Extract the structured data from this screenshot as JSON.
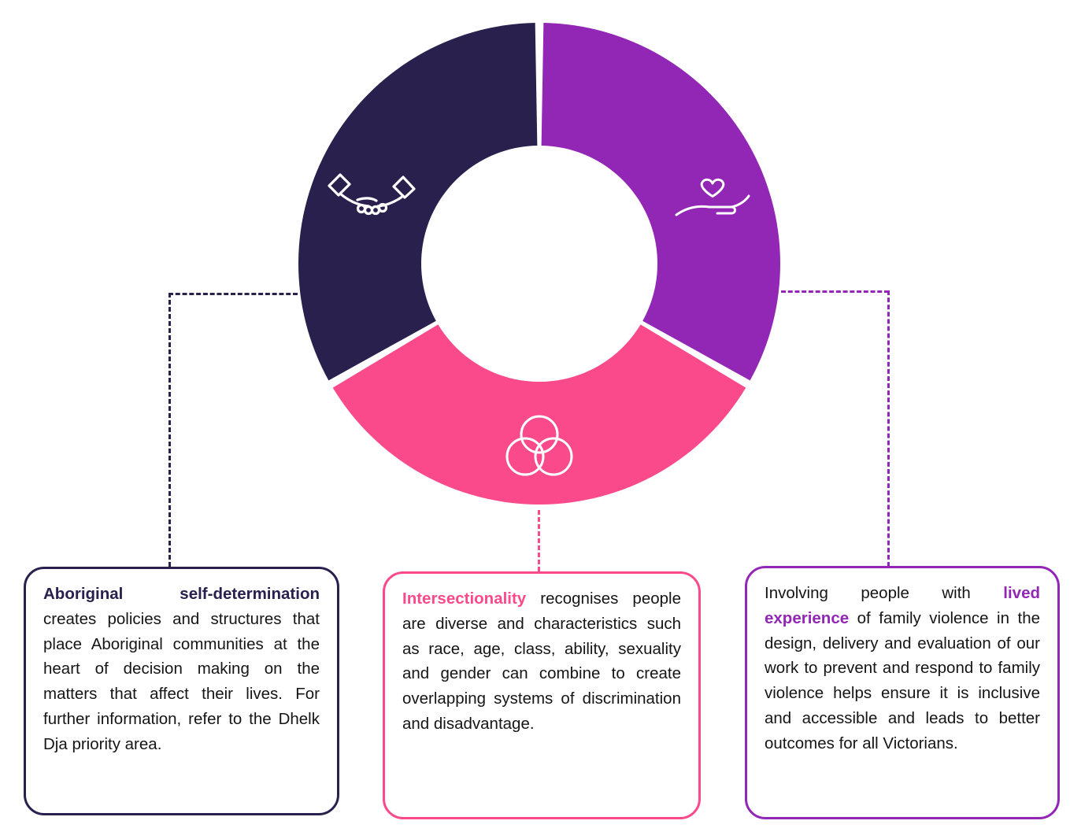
{
  "colors": {
    "navy": "#29204e",
    "purple": "#9227b5",
    "pink": "#fb4a8c",
    "text": "#151515",
    "background": "#ffffff",
    "icon": "#ffffff"
  },
  "donut": {
    "type": "equal-thirds-ring",
    "segments": [
      {
        "id": "aboriginal-self-determination",
        "color_key": "navy",
        "icon": "handshake-icon"
      },
      {
        "id": "lived-experience",
        "color_key": "purple",
        "icon": "heart-in-hand-icon"
      },
      {
        "id": "intersectionality",
        "color_key": "pink",
        "icon": "overlapping-circles-icon"
      }
    ]
  },
  "boxes": [
    {
      "id": "aboriginal-self-determination",
      "accent": "navy",
      "lead_prefix": "",
      "lead": "Aboriginal self-determination",
      "body": " creates policies and structures that place Aboriginal communities at the heart of decision making on the matters that affect their lives. For further information, refer to the Dhelk Dja priority area."
    },
    {
      "id": "intersectionality",
      "accent": "pink",
      "lead_prefix": "",
      "lead": "Intersectionality",
      "body": " recognises people are diverse and characteristics such as race, age, class, ability, sexuality and gender can combine to create overlapping systems of discrimination and disadvantage."
    },
    {
      "id": "lived-experience",
      "accent": "purple",
      "lead_prefix": "Involving people with ",
      "lead": "lived experience",
      "body": " of family violence in the design, delivery and evaluation of our work to prevent and respond to family violence helps ensure it is inclusive and accessible and leads to better outcomes for all Victorians."
    }
  ]
}
